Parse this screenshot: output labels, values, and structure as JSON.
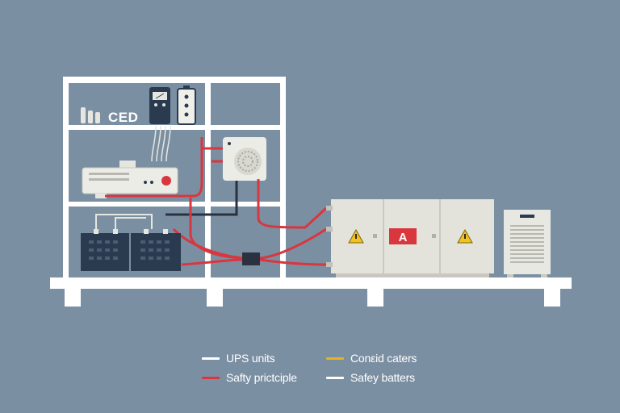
{
  "shelf_label": "CED",
  "cabinet_label": "A",
  "colors": {
    "background": "#7b8fa3",
    "frame": "#ffffff",
    "battery": "#2a3a4f",
    "cable_red": "#d9363e",
    "cable_dark": "#2a3240",
    "cabinet": "#e3e3dc",
    "warning": "#f2c318",
    "label_red": "#d9363e"
  },
  "legend": {
    "items": [
      {
        "label": "UPS units",
        "color": "#ffffff"
      },
      {
        "label": "Conεid caters",
        "color": "#e4b422"
      },
      {
        "label": "Safty prictciple",
        "color": "#d9363e"
      },
      {
        "label": "Safey batters",
        "color": "#ffffff"
      }
    ]
  }
}
